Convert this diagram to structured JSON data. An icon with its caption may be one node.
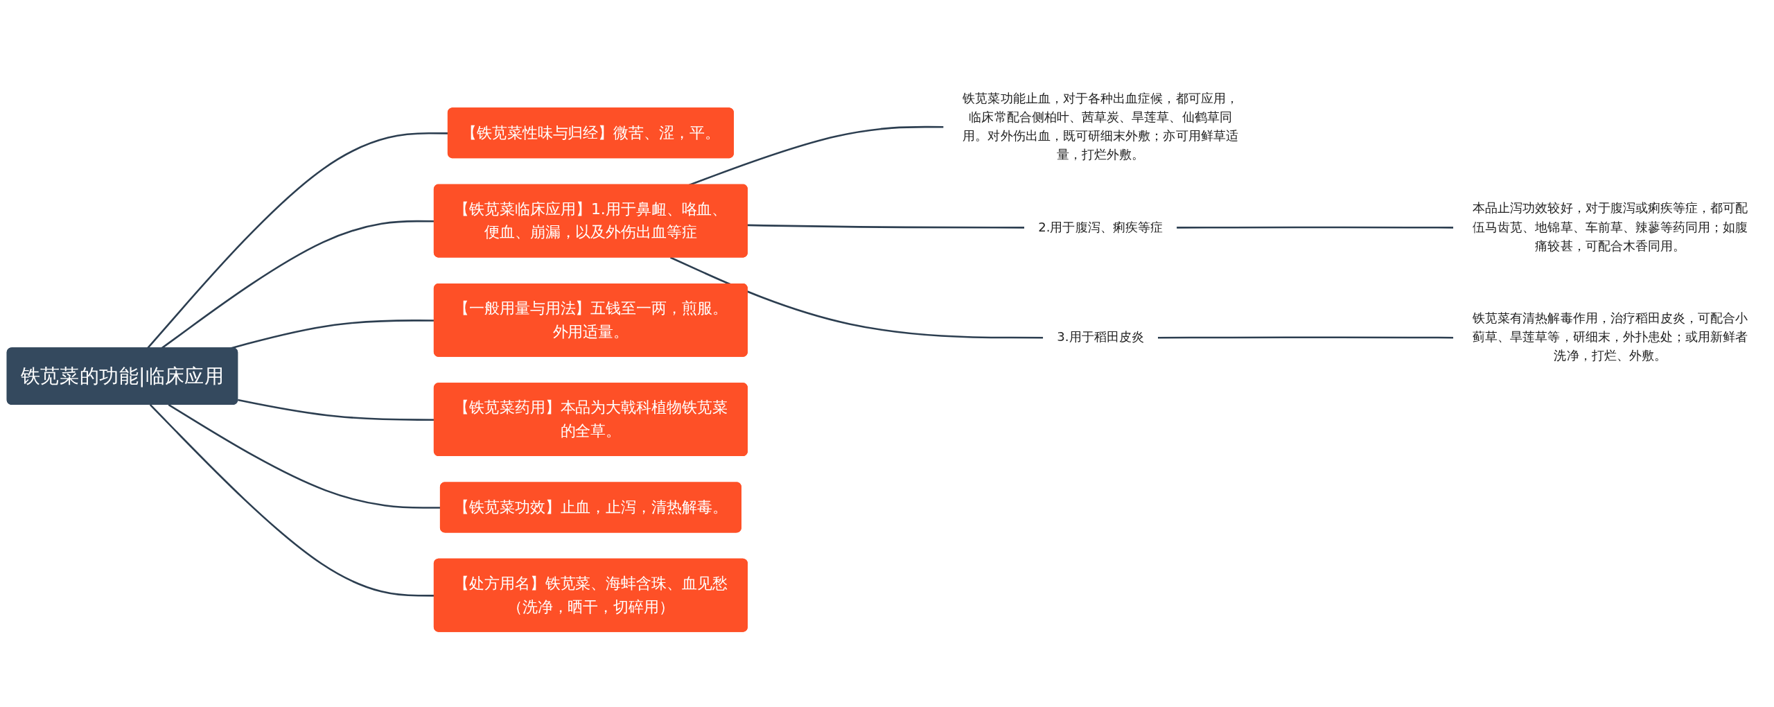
{
  "diagram": {
    "nodes": [
      {
        "text": [
          "铁苋菜的功能|临床应用"
        ]
      },
      {
        "text": [
          "【铁苋菜性味与归经】微苦、涩，平。"
        ]
      },
      {
        "text": [
          "【铁苋菜临床应用】1.用于鼻衄、咯血、便血、崩漏，以及外伤出血等症"
        ]
      },
      {
        "text": [
          "【一般用量与用法】五钱至一两，煎服。外用适量。"
        ]
      },
      {
        "text": [
          "【铁苋菜药用】本品为大戟科植物铁苋菜的全草。"
        ]
      },
      {
        "text": [
          "【铁苋菜功效】止血，止泻，清热解毒。"
        ]
      },
      {
        "text": [
          "【处方用名】铁苋菜、海蚌含珠、血见愁（洗净，晒干，切碎用）"
        ]
      },
      {
        "text": [
          "铁苋菜功能止血，对于各种出血症候，都可应用，临床常配合侧柏叶、茜草炭、旱莲草、仙鹤草同用。对外伤出血，既可研细末外敷；亦可用鲜草适量，打烂外敷。"
        ]
      },
      {
        "text": [
          "2.用于腹泻、痢疾等症"
        ]
      },
      {
        "text": [
          "本品止泻功效较好，对于腹泻或痢疾等症，都可配伍马齿苋、地锦草、车前草、辣蓼等药同用；如腹痛较甚，可配合木香同用。"
        ]
      },
      {
        "text": [
          "3.用于稻田皮炎"
        ]
      },
      {
        "text": [
          "铁苋菜有清热解毒作用，治疗稻田皮炎，可配合小蓟草、旱莲草等，研细末，外扑患处；或用新鲜者洗净，打烂、外敷。"
        ]
      }
    ],
    "edges": [
      {
        "from": 0,
        "to": 1,
        "arrow": "none"
      },
      {
        "from": 0,
        "to": 2,
        "arrow": "none"
      },
      {
        "from": 0,
        "to": 3,
        "arrow": "none"
      },
      {
        "from": 0,
        "to": 4,
        "arrow": "none"
      },
      {
        "from": 0,
        "to": 5,
        "arrow": "none"
      },
      {
        "from": 0,
        "to": 6,
        "arrow": "none"
      },
      {
        "from": 2,
        "to": 7,
        "arrow": "none"
      },
      {
        "from": 2,
        "to": 8,
        "arrow": "none"
      },
      {
        "from": 8,
        "to": 9,
        "arrow": "none"
      },
      {
        "from": 2,
        "to": 10,
        "arrow": "none"
      },
      {
        "from": 10,
        "to": 11,
        "arrow": "none"
      }
    ]
  }
}
